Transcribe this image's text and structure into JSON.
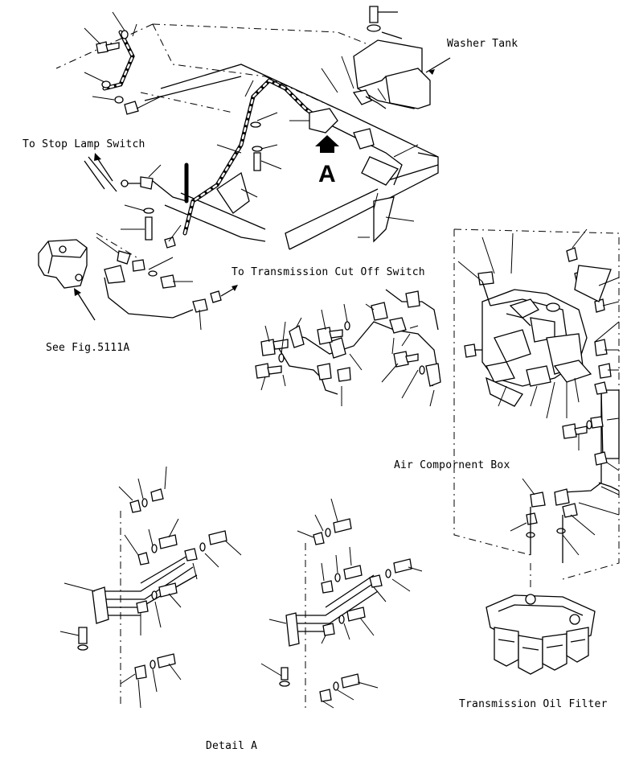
{
  "diagram": {
    "labels": {
      "washer_tank": "Washer Tank",
      "stop_lamp": "To Stop Lamp Switch",
      "view_marker": "A",
      "trans_cutoff": "To Transmission Cut Off Switch",
      "see_fig": "See Fig.5111A",
      "air_box": "Air Compornent Box",
      "trans_filter": "Transmission Oil Filter",
      "detail": "Detail A"
    }
  }
}
